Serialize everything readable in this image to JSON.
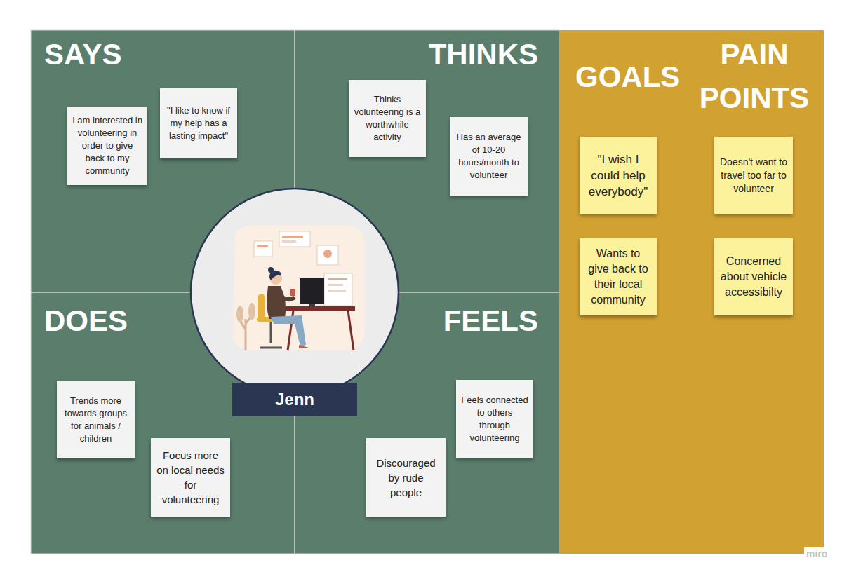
{
  "diagram": {
    "nodes": [
      {
        "text": [
          "SAYS"
        ]
      },
      {
        "text": [
          "I am interested in volunteering in order to give back to my community"
        ],
        "in": 0
      },
      {
        "text": [
          "\"I like to know if my help has a lasting impact\""
        ],
        "in": 0
      },
      {
        "text": [
          "THINKS"
        ]
      },
      {
        "text": [
          "Thinks volunteering is a worthwhile activity"
        ],
        "in": 3
      },
      {
        "text": [
          "Has an average of 10-20 hours/month to volunteer"
        ],
        "in": 3
      },
      {
        "text": [
          "GOALS",
          "PAIN POINTS"
        ]
      },
      {
        "text": [
          "\"I wish I could help everybody\""
        ],
        "in": 6
      },
      {
        "text": [
          "Doesn't want to travel too far to volunteer"
        ],
        "in": 6
      },
      {
        "text": [
          "Wants to give back to their local community"
        ],
        "in": 6
      },
      {
        "text": [
          "Concerned about vehicle accessibilty"
        ],
        "in": 6
      },
      {
        "text": [
          "DOES"
        ]
      },
      {
        "text": [
          "Trends more towards groups for animals / children"
        ],
        "in": 11
      },
      {
        "text": [
          "Focus more on local needs for volunteering"
        ],
        "in": 11
      },
      {
        "text": [
          "FEELS"
        ]
      },
      {
        "text": [
          "Feels connected to others through volunteering"
        ],
        "in": 14
      },
      {
        "text": [
          "Discouraged by rude people"
        ],
        "in": 14
      },
      {
        "text": [
          "Jenn"
        ]
      }
    ],
    "labels": [
      "miro"
    ]
  }
}
